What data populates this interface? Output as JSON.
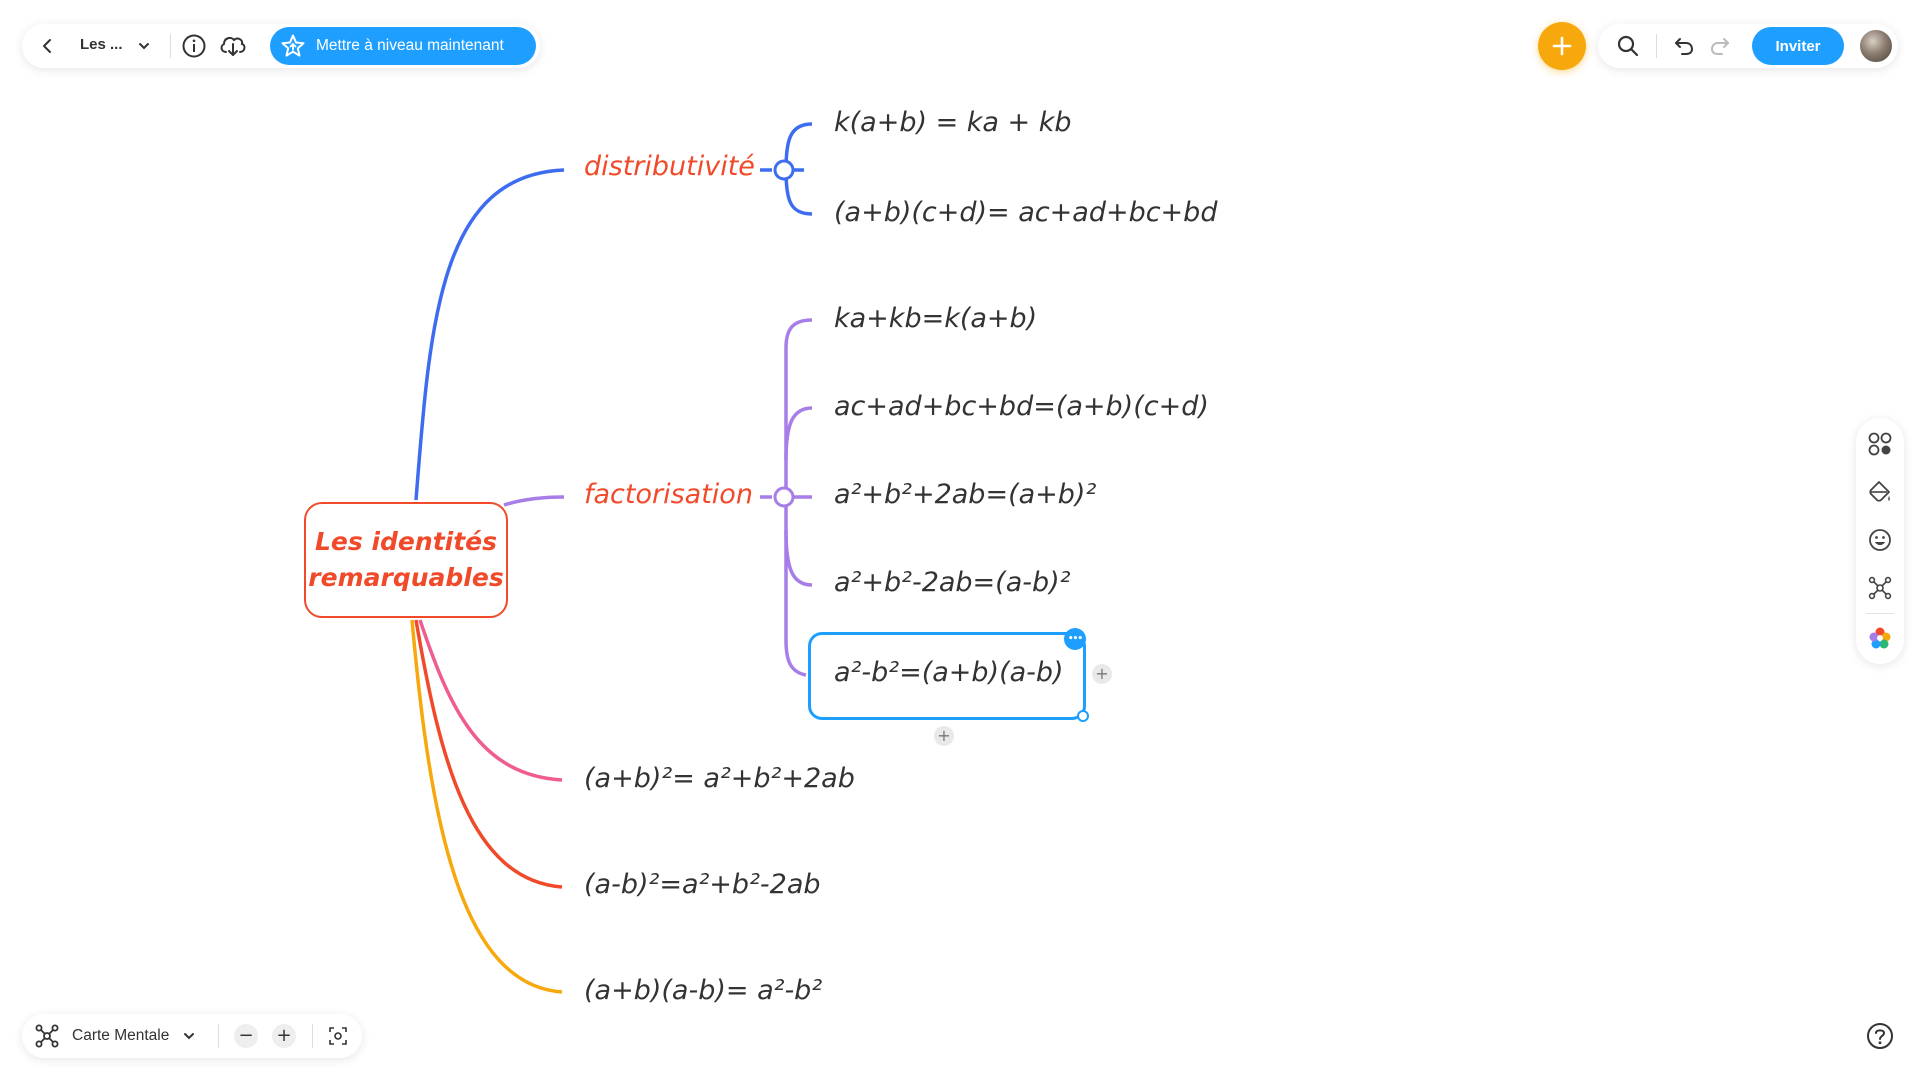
{
  "toolbar": {
    "doc_title": "Les ...",
    "upgrade_label": "Mettre à niveau maintenant",
    "invite_label": "Inviter"
  },
  "bottom_bar": {
    "view_label": "Carte Mentale",
    "zoom_out": "−",
    "zoom_in": "+"
  },
  "mindmap": {
    "root": {
      "line1": "Les identités",
      "line2": "remarquables"
    },
    "distributivite": {
      "label": "distributivité",
      "children": [
        "k(a+b)  =  ka  +  kb",
        "(a+b)(c+d)= ac+ad+bc+bd"
      ]
    },
    "factorisation": {
      "label": "factorisation",
      "children": [
        "ka+kb=k(a+b)",
        "ac+ad+bc+bd=(a+b)(c+d)",
        "a²+b²+2ab=(a+b)²",
        "a²+b²-2ab=(a-b)²",
        "a²-b²=(a+b)(a-b)"
      ]
    },
    "identities": [
      "(a+b)²= a²+b²+2ab",
      "(a-b)²=a²+b²-2ab",
      "(a+b)(a-b)= a²-b²"
    ],
    "selected_node_more": "•••",
    "add_symbol": "+"
  },
  "colors": {
    "accent": "#1e9fff",
    "plus_button": "#f7a80d",
    "red": "#f04a2a",
    "blue_branch": "#3d6cf0",
    "purple_branch": "#a77de8",
    "pink_branch": "#ef5d8f",
    "orange_branch": "#f7a80d"
  }
}
